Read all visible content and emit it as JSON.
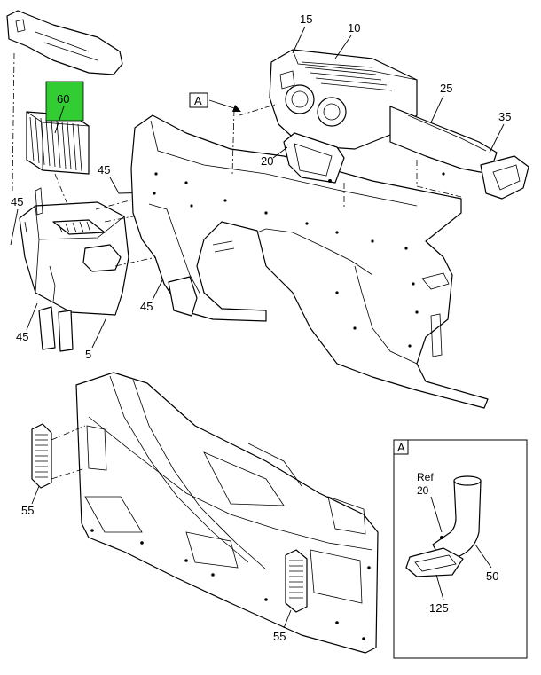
{
  "callouts": {
    "c15": "15",
    "c10": "10",
    "c60": "60",
    "c25": "25",
    "c35": "35",
    "c20": "20",
    "c45a": "45",
    "c45b": "45",
    "c45c": "45",
    "c45d": "45",
    "c5": "5",
    "c55a": "55",
    "c55b": "55",
    "c50": "50",
    "c125": "125"
  },
  "view_ref": {
    "label": "A",
    "detail_title": "A",
    "ref_word": "Ref",
    "ref_number": "20"
  },
  "colors": {
    "highlight": "#33cc33",
    "line": "#000000",
    "background": "#ffffff"
  }
}
